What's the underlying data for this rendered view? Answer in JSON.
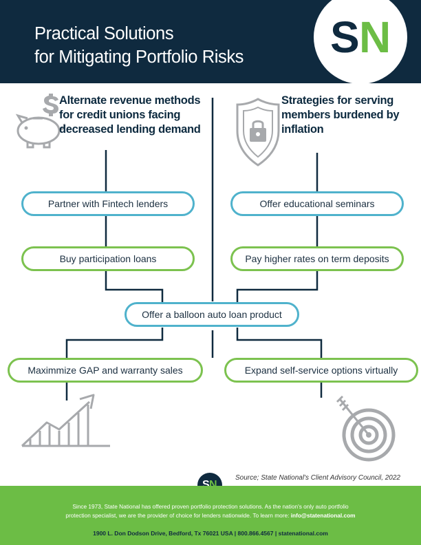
{
  "header": {
    "title_line1": "Practical Solutions",
    "title_line2": "for Mitigating Portfolio Risks",
    "logo_s": "S",
    "logo_n": "N"
  },
  "columns": {
    "left_title_lines": [
      "Alternate revenue methods",
      "for credit unions facing",
      "decreased lending demand"
    ],
    "right_title_lines": [
      "Strategies for serving",
      "members burdened by",
      "inflation"
    ]
  },
  "solutions": {
    "fintech": "Partner with Fintech lenders",
    "participation": "Buy participation loans",
    "seminars": "Offer educational seminars",
    "term_deposits": "Pay higher rates on term deposits",
    "balloon": "Offer a balloon auto loan product",
    "gap": "Maximmize GAP and warranty sales",
    "self_service": "Expand self-service options virtually"
  },
  "icons": {
    "left_top": "piggy-bank-dollar-icon",
    "right_top": "shield-lock-icon",
    "left_bottom": "growth-chart-icon",
    "right_bottom": "target-arrow-icon"
  },
  "source": "Source; State National's Client Advisory Council, 2022",
  "footer": {
    "line1": "Since 1973, State National has offered proven portfolio protection solutions. As the nation's only auto portfolio",
    "line2_prefix": "protection specialist, we are the provider of choice for lenders nationwide. To learn more: ",
    "email": "info@statenational.com",
    "address": "1900 L. Don Dodson Drive, Bedford, Tx 76021 USA | 800.866.4567 | statenational.com"
  },
  "colors": {
    "navy": "#0f2a3f",
    "green": "#6cbd45",
    "pill_blue": "#4fb2cc",
    "pill_green": "#7cc24f",
    "icon_gray": "#a7a9ac"
  }
}
